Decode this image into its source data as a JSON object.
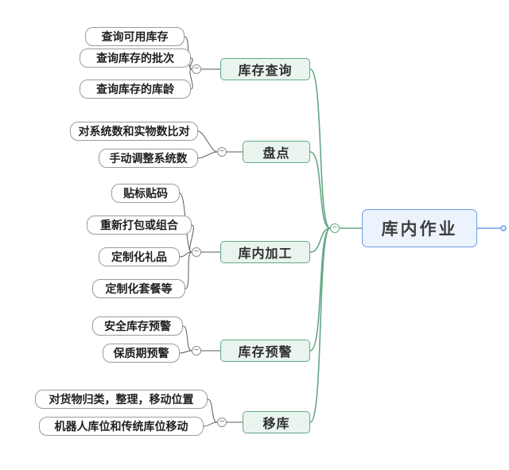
{
  "root": {
    "label": "库内作业"
  },
  "branches": [
    {
      "label": "库存查询",
      "children": [
        "查询可用库存",
        "查询库存的批次",
        "查询库存的库龄"
      ]
    },
    {
      "label": "盘点",
      "children": [
        "对系统数和实物数比对",
        "手动调整系统数"
      ]
    },
    {
      "label": "库内加工",
      "children": [
        "贴标贴码",
        "重新打包或组合",
        "定制化礼品",
        "定制化套餐等"
      ]
    },
    {
      "label": "库存预警",
      "children": [
        "安全库存预警",
        "保质期预警"
      ]
    },
    {
      "label": "移库",
      "children": [
        "对货物归类，整理，移动位置",
        "机器人库位和传统库位移动"
      ]
    }
  ],
  "icons": {
    "collapse_glyph": "−"
  },
  "colors": {
    "root_accent": "#6c9ceb",
    "root_fill": "#edf3fd",
    "branch_accent": "#63a884",
    "branch_fill": "#e9f4ee",
    "leaf_border": "#9b9b9b",
    "connector_gray": "#5a5a5a",
    "text": "#1f1f1f"
  }
}
